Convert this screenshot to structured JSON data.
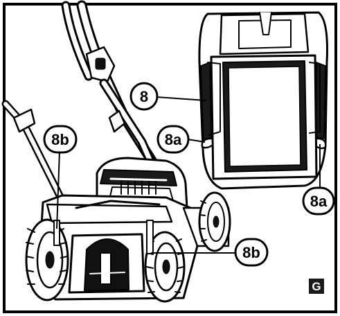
{
  "figure": {
    "letter": "G",
    "colors": {
      "ink": "#000000",
      "paper": "#ffffff",
      "badge": "#1a1a1a"
    }
  },
  "callouts": {
    "grass_bag": "8",
    "bag_hook_left": "8a",
    "bag_hook_right": "8a",
    "bag_hook_post_left": "8b",
    "bag_hook_post_right": "8b"
  }
}
